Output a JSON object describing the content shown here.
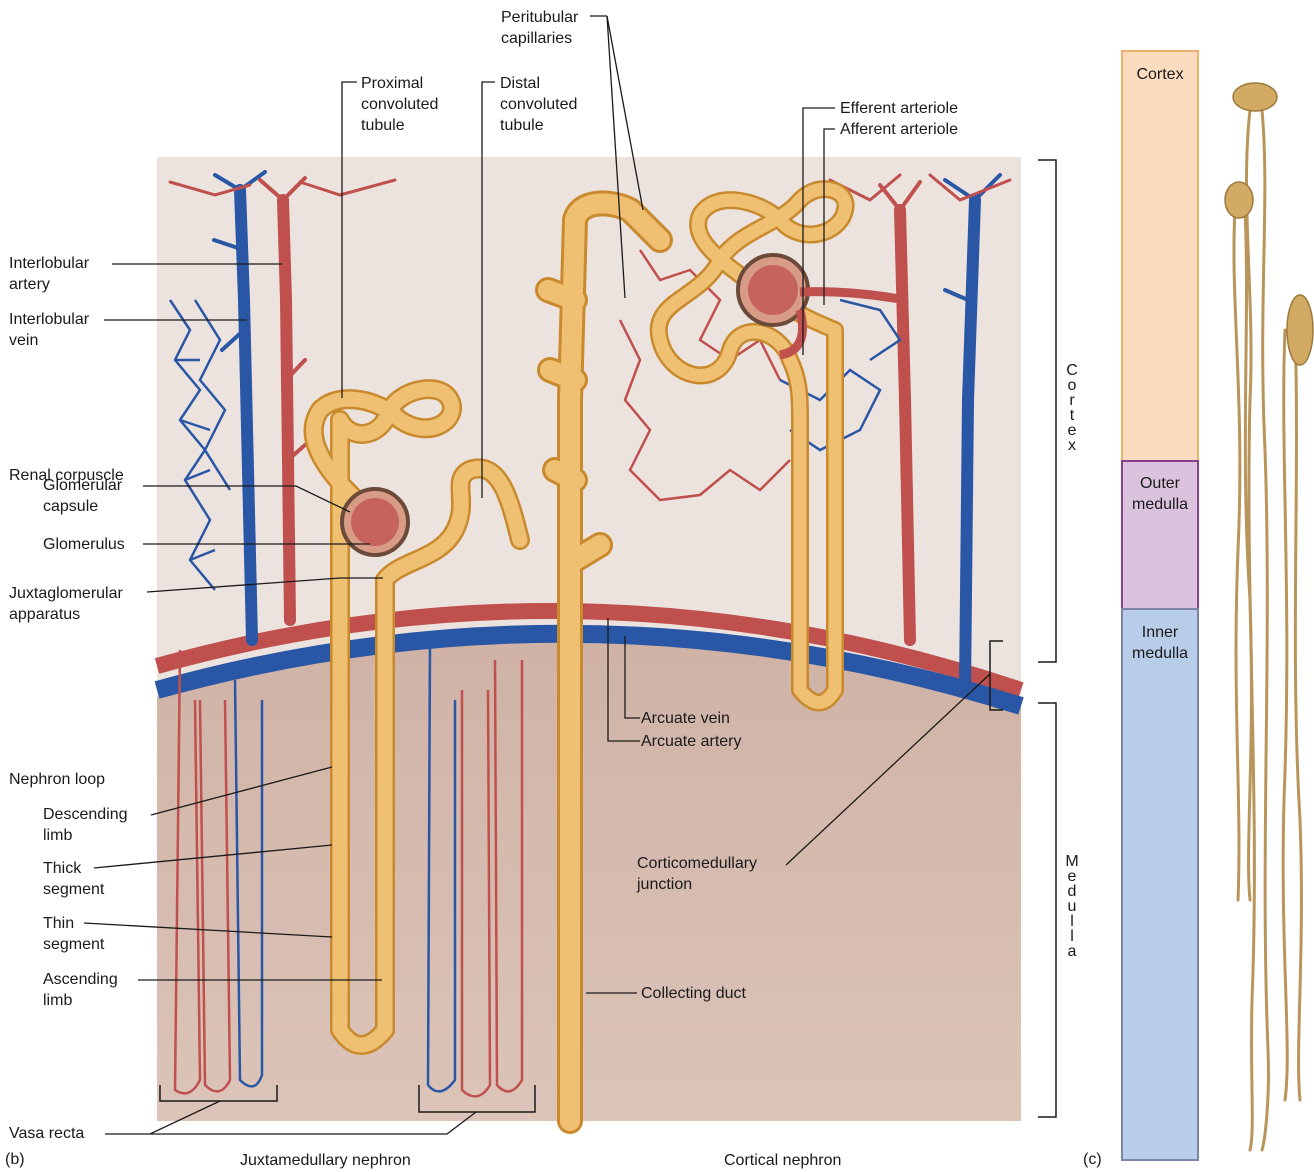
{
  "colors": {
    "background": "#ffffff",
    "cortex_tissue": "#ece3df",
    "medulla_tissue": "#d9bfb3",
    "artery": "#c0504d",
    "vein": "#2a56a6",
    "tubule": "#efc071",
    "tubule_edge": "#c98a2e",
    "leader": "#1a1a1a",
    "zone_cortex": "#fbdcc0",
    "zone_outer_medulla": "#dcc3dd",
    "zone_inner_medulla": "#b8cde8",
    "zone_cortex_border": "#f0b26a",
    "zone_outer_border": "#8a3f8c",
    "zone_inner_border": "#7d86a8"
  },
  "labels": {
    "interlobular_artery": "Interlobular\nartery",
    "interlobular_vein": "Interlobular\nvein",
    "renal_corpuscle": "Renal corpuscle",
    "glomerular_capsule": "Glomerular\ncapsule",
    "glomerulus": "Glomerulus",
    "juxtaglomerular_apparatus": "Juxtaglomerular\napparatus",
    "nephron_loop": "Nephron loop",
    "descending_limb": "Descending\nlimb",
    "thick_segment": "Thick\nsegment",
    "thin_segment": "Thin\nsegment",
    "ascending_limb": "Ascending\nlimb",
    "vasa_recta": "Vasa recta",
    "proximal_convoluted_tubule": "Proximal\nconvoluted\ntubule",
    "distal_convoluted_tubule": "Distal\nconvoluted\ntubule",
    "peritubular_capillaries": "Peritubular\ncapillaries",
    "efferent_arteriole": "Efferent arteriole",
    "afferent_arteriole": "Afferent arteriole",
    "arcuate_vein": "Arcuate vein",
    "arcuate_artery": "Arcuate artery",
    "corticomedullary_junction": "Corticomedullary\njunction",
    "collecting_duct": "Collecting duct"
  },
  "regions": {
    "cortex_vertical": "C\no\nr\nt\ne\nx",
    "medulla_vertical": "M\ne\nd\nu\nl\nl\na"
  },
  "zones": {
    "cortex": "Cortex",
    "outer_medulla": "Outer\nmedulla",
    "inner_medulla": "Inner\nmedulla"
  },
  "captions": {
    "panel_b": "(b)",
    "panel_c": "(c)",
    "juxtamedullary_nephron": "Juxtamedullary nephron",
    "cortical_nephron": "Cortical nephron"
  }
}
